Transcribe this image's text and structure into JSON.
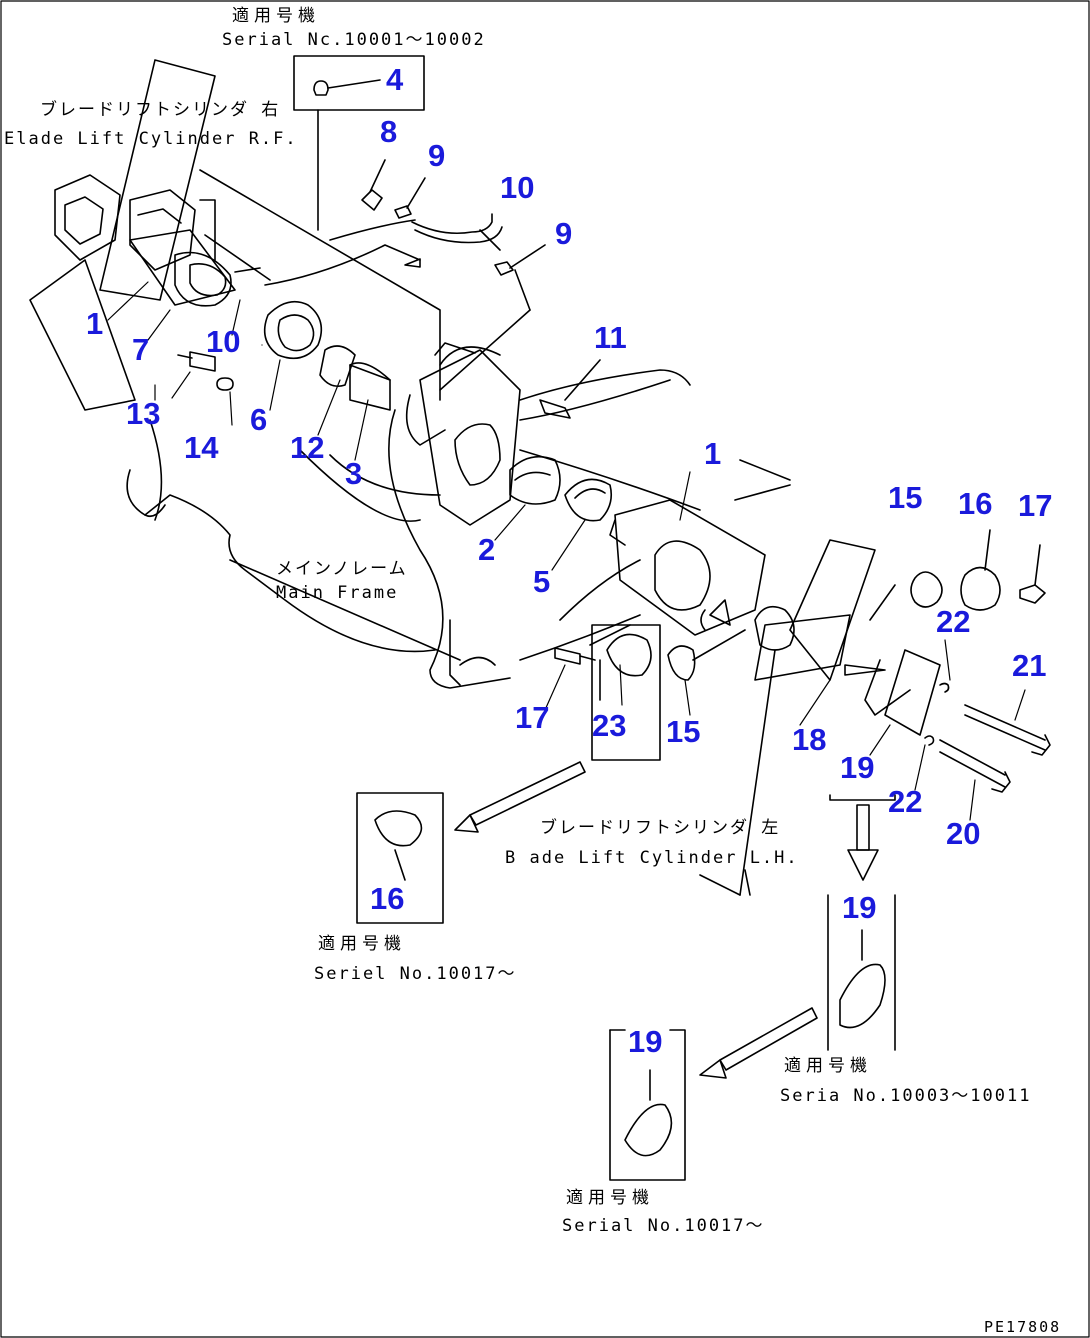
{
  "colors": {
    "callout": "#1a1adb",
    "line": "#000000",
    "background": "#ffffff"
  },
  "labels": {
    "serial_top_jp": "適用号機",
    "serial_top": "Serial Nc.10001〜10002",
    "cyl_rh_jp": "ブレードリフトシリンダ 右",
    "cyl_rh": "Elade Lift Cylinder R.F.",
    "frame_jp": "メインノレーム",
    "frame": "Main Frame",
    "cyl_lh_jp": "ブレードリフトシリンダ 左",
    "cyl_lh": "B ade Lift Cylinder L.H.",
    "serial_16_jp": "適用号機",
    "serial_16": "Seriel No.10017〜",
    "serial_19a_jp": "適用号機",
    "serial_19a": "Seria  No.10003〜10011",
    "serial_19b_jp": "適用号機",
    "serial_19b": "Serial No.10017〜",
    "drawing_id": "PE17808"
  },
  "callouts": [
    {
      "id": "c4",
      "text": "4"
    },
    {
      "id": "c8",
      "text": "8"
    },
    {
      "id": "c9a",
      "text": "9"
    },
    {
      "id": "c10a",
      "text": "10"
    },
    {
      "id": "c9b",
      "text": "9"
    },
    {
      "id": "c1a",
      "text": "1"
    },
    {
      "id": "c7",
      "text": "7"
    },
    {
      "id": "c10b",
      "text": "10"
    },
    {
      "id": "c11",
      "text": "11"
    },
    {
      "id": "c13",
      "text": "13"
    },
    {
      "id": "c6",
      "text": "6"
    },
    {
      "id": "c14",
      "text": "14"
    },
    {
      "id": "c12",
      "text": "12"
    },
    {
      "id": "c3",
      "text": "3"
    },
    {
      "id": "c1b",
      "text": "1"
    },
    {
      "id": "c15a",
      "text": "15"
    },
    {
      "id": "c16a",
      "text": "16"
    },
    {
      "id": "c17a",
      "text": "17"
    },
    {
      "id": "c2",
      "text": "2"
    },
    {
      "id": "c22a",
      "text": "22"
    },
    {
      "id": "c5",
      "text": "5"
    },
    {
      "id": "c21",
      "text": "21"
    },
    {
      "id": "c17b",
      "text": "17"
    },
    {
      "id": "c23",
      "text": "23"
    },
    {
      "id": "c15b",
      "text": "15"
    },
    {
      "id": "c18",
      "text": "18"
    },
    {
      "id": "c19a",
      "text": "19"
    },
    {
      "id": "c22b",
      "text": "22"
    },
    {
      "id": "c20",
      "text": "20"
    },
    {
      "id": "c16b",
      "text": "16"
    },
    {
      "id": "c19b",
      "text": "19"
    },
    {
      "id": "c19c",
      "text": "19"
    }
  ]
}
